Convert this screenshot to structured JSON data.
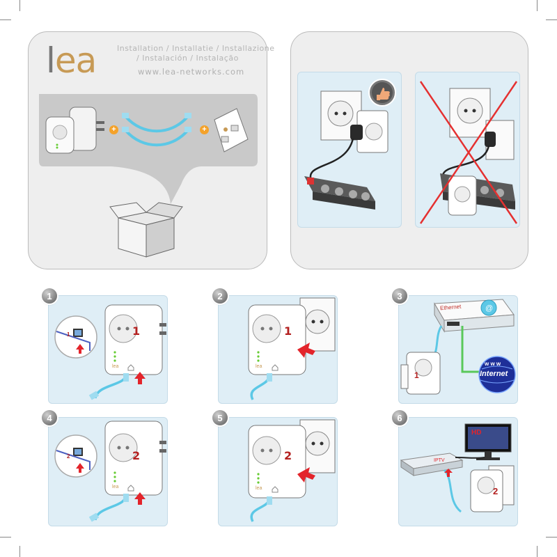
{
  "brand": {
    "logo_l": "l",
    "logo_ea": "ea"
  },
  "header": {
    "tagline_1": "Installation / Installatie / Installazione",
    "tagline_2": "/ Instalación / Instalação",
    "url": "www.lea-networks.com"
  },
  "kit": {
    "plus_1": "+",
    "plus_2": "+"
  },
  "steps": [
    {
      "number": "1",
      "device_label": "1",
      "port_label": "1"
    },
    {
      "number": "2",
      "device_label": "1"
    },
    {
      "number": "3",
      "device_label": "1",
      "router_label": "Ethernet",
      "globe_label": "Internet",
      "globe_www": "w w w"
    },
    {
      "number": "4",
      "device_label": "2",
      "port_label": "2"
    },
    {
      "number": "5",
      "device_label": "2"
    },
    {
      "number": "6",
      "device_label": "2",
      "tv_label": "HD",
      "box_label": "IPTV"
    }
  ],
  "colors": {
    "accent": "#c79a55",
    "cable": "#5cc8e6",
    "arrow": "#e3242b",
    "label_red": "#b3201f",
    "cross": "#e53030"
  }
}
